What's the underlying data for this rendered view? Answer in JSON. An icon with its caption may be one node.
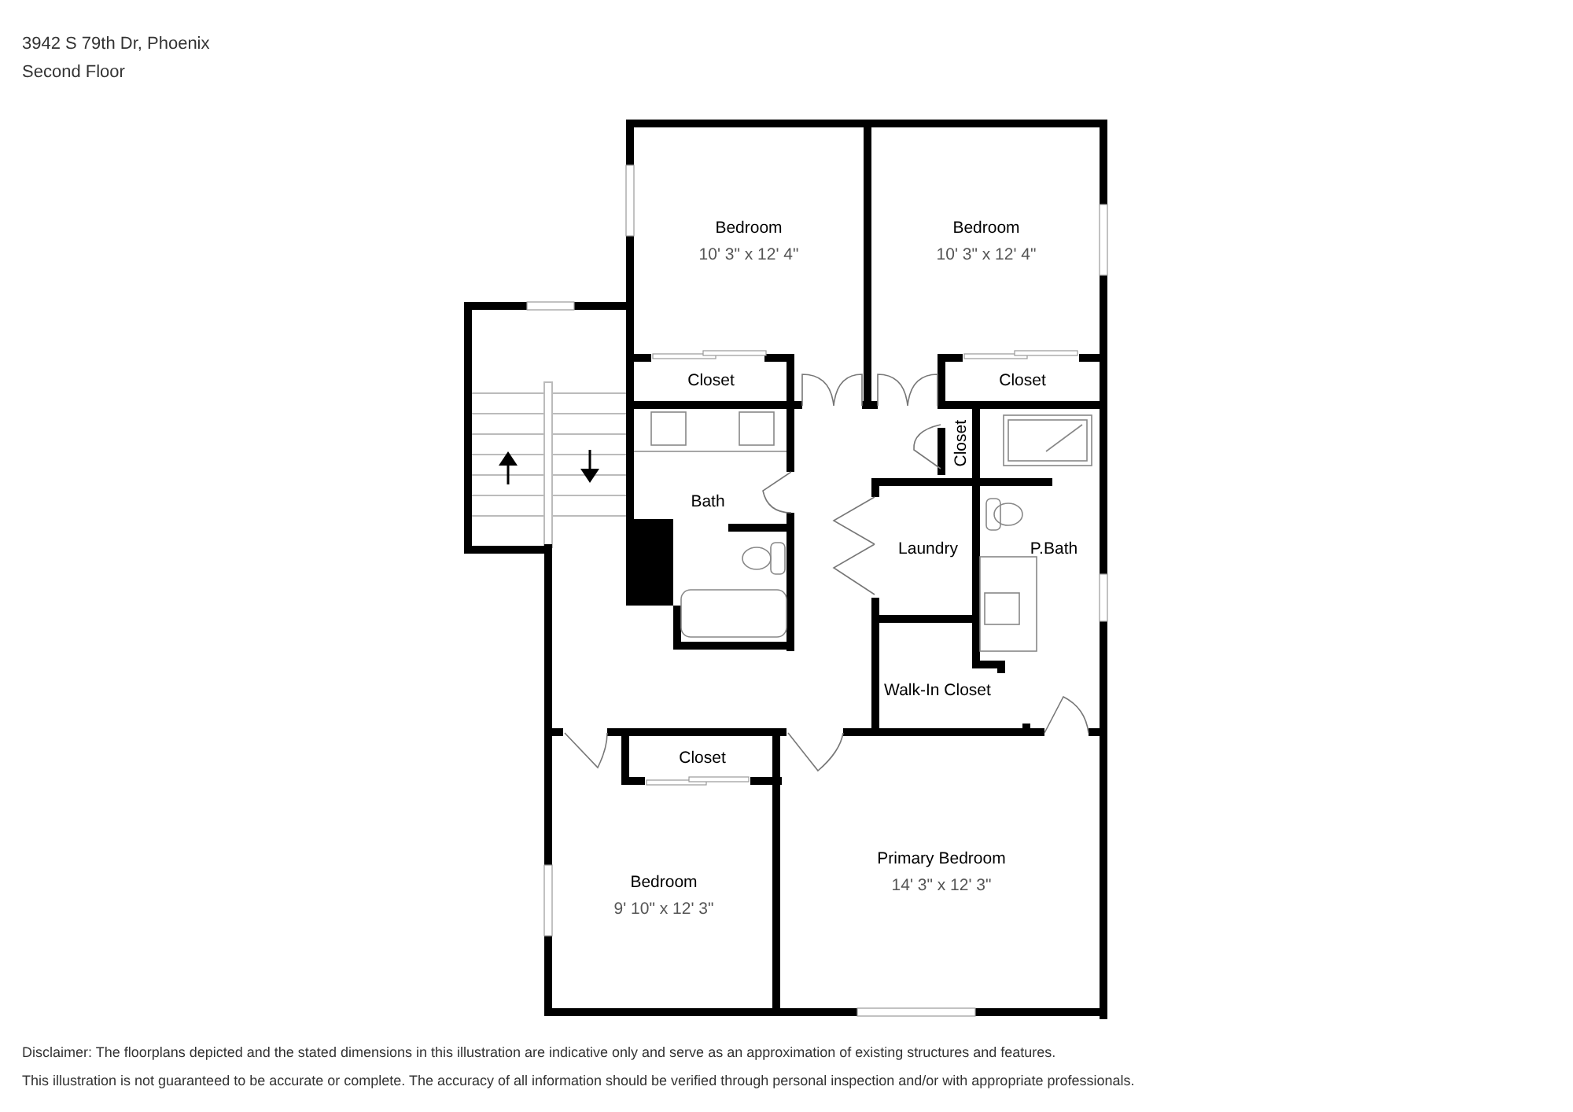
{
  "diagram": {
    "title": "3942 S 79th Dr, Phoenix",
    "nodes": [
      {
        "text": [
          "Bedroom",
          "10' 3\" x 12' 4\""
        ]
      },
      {
        "text": [
          "Bedroom",
          "10' 3\" x 12' 4\""
        ]
      },
      {
        "text": [
          "Closet"
        ]
      },
      {
        "text": [
          "Closet"
        ]
      },
      {
        "text": [
          "Bath"
        ]
      },
      {
        "text": [
          "Closet"
        ]
      },
      {
        "text": [
          "Laundry"
        ]
      },
      {
        "text": [
          "P.Bath"
        ]
      },
      {
        "text": [
          "Walk-In Closet"
        ]
      },
      {
        "text": [
          "Closet"
        ]
      },
      {
        "text": [
          "Bedroom",
          "9' 10\" x 12' 3\""
        ]
      },
      {
        "text": [
          "Primary Bedroom",
          "14' 3\" x 12' 3\""
        ]
      }
    ],
    "labels": [
      "Second Floor",
      "Disclaimer: The floorplans depicted and the stated dimensions in this illustration are indicative only and serve as an approximation of existing structures and features.",
      "This illustration is not guaranteed to be accurate or complete. The accuracy of all information should be verified through personal inspection and/or with appropriate professionals."
    ]
  }
}
